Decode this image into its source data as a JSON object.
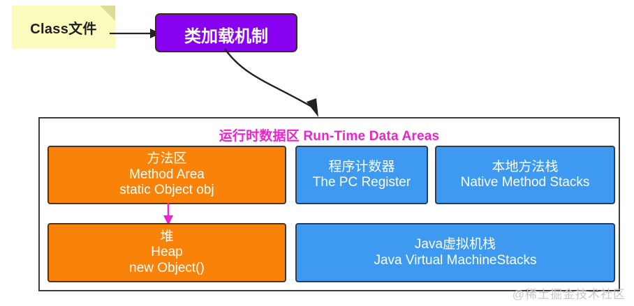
{
  "diagram": {
    "class_note": {
      "label": "Class文件",
      "fill_color": "#fbfbbe",
      "fold_color": "#dcdc96"
    },
    "class_loader": {
      "label": "类加载机制",
      "fill_color": "#8800f0",
      "text_color": "#ffffff"
    },
    "runtime": {
      "title": "运行时数据区 Run-Time Data Areas",
      "title_color": "#ee22cc",
      "areas": [
        {
          "name": "method-area",
          "cn": "方法区",
          "en": "Method Area",
          "extra": "static Object obj",
          "color": "#f98209"
        },
        {
          "name": "pc-register",
          "cn": "程序计数器",
          "en": "The PC Register",
          "extra": "",
          "color": "#3d9af0"
        },
        {
          "name": "native-method-stacks",
          "cn": "本地方法栈",
          "en": "Native Method Stacks",
          "extra": "",
          "color": "#3d9af0"
        },
        {
          "name": "heap",
          "cn": "堆",
          "en": "Heap",
          "extra": "new Object()",
          "color": "#f98209"
        },
        {
          "name": "jvm-stacks",
          "cn": "Java虚拟机栈",
          "en": "Java Virtual MachineStacks",
          "extra": "",
          "color": "#3d9af0"
        }
      ]
    },
    "arrows": [
      {
        "name": "class-to-loader",
        "color": "#222222",
        "style": "straight"
      },
      {
        "name": "loader-to-runtime",
        "color": "#222222",
        "style": "curved"
      },
      {
        "name": "method-area-to-heap",
        "color": "#ee22cc",
        "style": "straight"
      }
    ],
    "watermark": "@稀土掘金技术社区"
  }
}
